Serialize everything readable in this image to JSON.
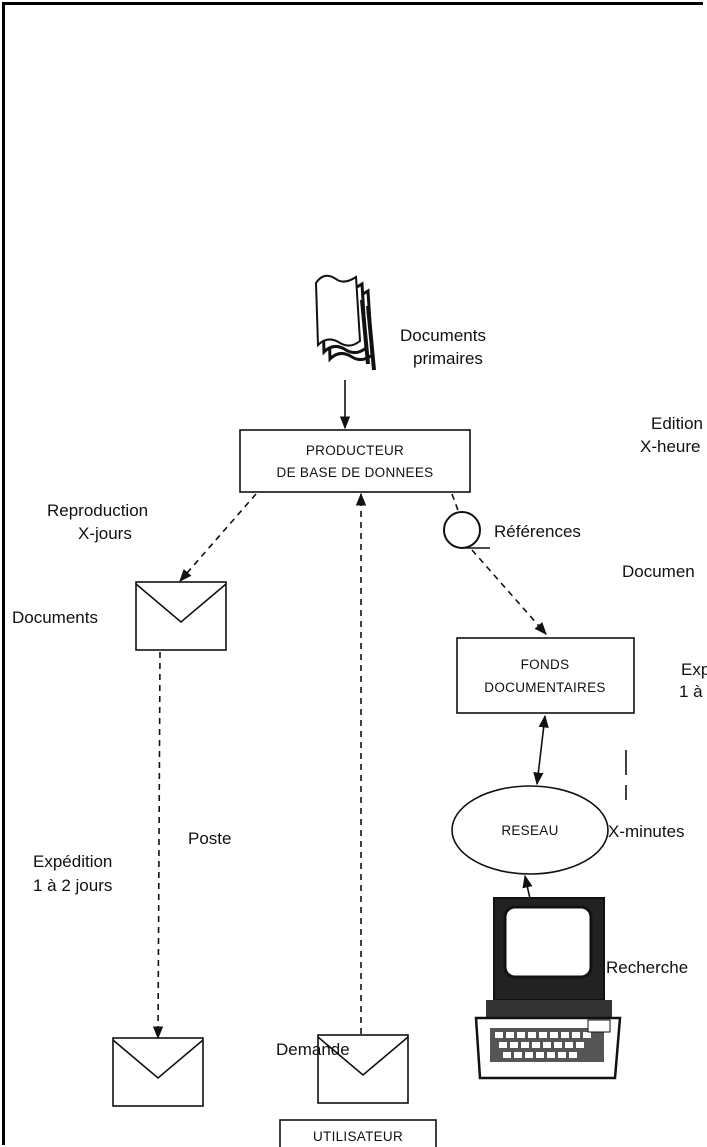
{
  "nodes": {
    "producer_line1": "PRODUCTEUR",
    "producer_line2": "DE BASE DE DONNEES",
    "fonds_line1": "FONDS",
    "fonds_line2": "DOCUMENTAIRES",
    "reseau": "RESEAU",
    "utilisateur": "UTILISATEUR"
  },
  "labels": {
    "documents_primaires_1": "Documents",
    "documents_primaires_2": "primaires",
    "reproduction_1": "Reproduction",
    "reproduction_2": "X-jours",
    "references": "Références",
    "documents": "Documents",
    "poste": "Poste",
    "expedition_1": "Expédition",
    "expedition_2": "1 à 2 jours",
    "demande": "Demande",
    "x_minutes": "X-minutes",
    "recherche": "Recherche"
  },
  "cut_labels": {
    "edition": "Edition",
    "x_heure": "X-heure",
    "documen": "Documen",
    "exp": "Exp",
    "one_a": "1 à"
  }
}
